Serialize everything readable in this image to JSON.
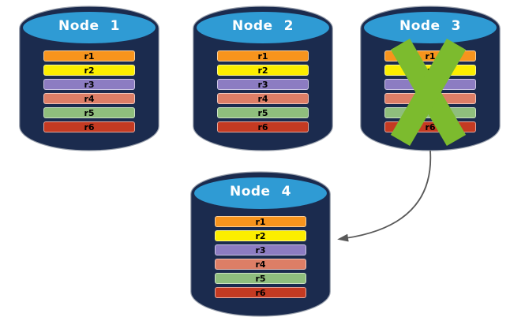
{
  "diagram": {
    "nodes": [
      {
        "label": "Node 1",
        "failed": false,
        "records": [
          {
            "label": "r1",
            "color": "#F7941D"
          },
          {
            "label": "r2",
            "color": "#FCEE00"
          },
          {
            "label": "r3",
            "color": "#8C7CC2"
          },
          {
            "label": "r4",
            "color": "#DD7E66"
          },
          {
            "label": "r5",
            "color": "#8FBE7D"
          },
          {
            "label": "r6",
            "color": "#C43A22"
          }
        ]
      },
      {
        "label": "Node 2",
        "failed": false,
        "records": [
          {
            "label": "r1",
            "color": "#F7941D"
          },
          {
            "label": "r2",
            "color": "#FCEE00"
          },
          {
            "label": "r3",
            "color": "#8C7CC2"
          },
          {
            "label": "r4",
            "color": "#DD7E66"
          },
          {
            "label": "r5",
            "color": "#8FBE7D"
          },
          {
            "label": "r6",
            "color": "#C43A22"
          }
        ]
      },
      {
        "label": "Node 3",
        "failed": true,
        "records": [
          {
            "label": "r1",
            "color": "#F7941D"
          },
          {
            "label": "r2",
            "color": "#FCEE00"
          },
          {
            "label": "r3",
            "color": "#8C7CC2"
          },
          {
            "label": "r4",
            "color": "#DD7E66"
          },
          {
            "label": "r5",
            "color": "#8FBE7D"
          },
          {
            "label": "r6",
            "color": "#C43A22"
          }
        ]
      },
      {
        "label": "Node 4",
        "failed": false,
        "records": [
          {
            "label": "r1",
            "color": "#F7941D"
          },
          {
            "label": "r2",
            "color": "#FCEE00"
          },
          {
            "label": "r3",
            "color": "#8C7CC2"
          },
          {
            "label": "r4",
            "color": "#DD7E66"
          },
          {
            "label": "r5",
            "color": "#8FBE7D"
          },
          {
            "label": "r6",
            "color": "#C43A22"
          }
        ]
      }
    ],
    "arrow": {
      "from_node": "Node 3",
      "to_node": "Node 4"
    },
    "icons": {
      "database_cylinder": "cylinder-shape",
      "failure_cross": "x-mark",
      "replication_arrow": "curved-arrow"
    },
    "colors": {
      "background": "#FFFFFF",
      "cylinder_body": "#1B2B4E",
      "cylinder_outline": "#9AA1AD",
      "cylinder_top": "#2F9BD4",
      "node_title_text": "#FFFFFF",
      "record_text": "#000000",
      "failure_cross": "#7CBB2E",
      "arrow": "#595959"
    }
  }
}
